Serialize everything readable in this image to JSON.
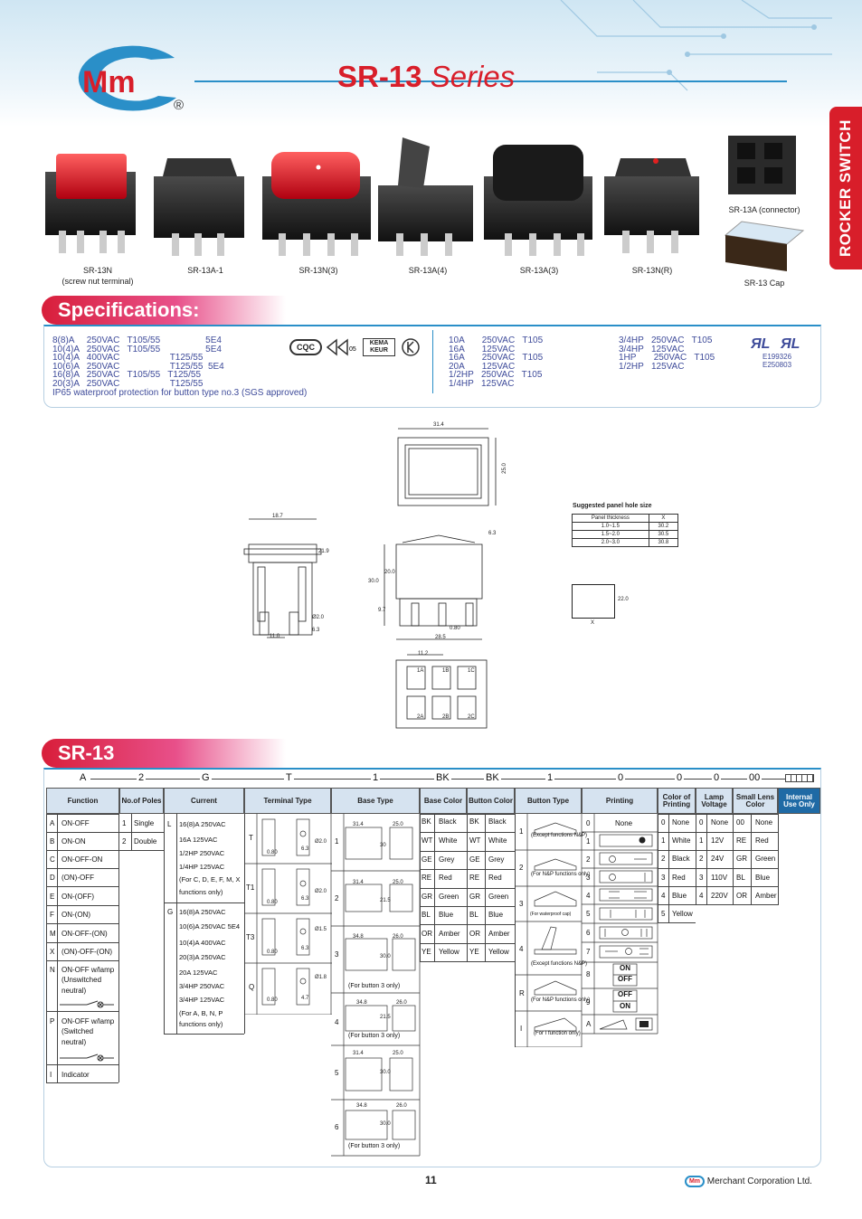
{
  "header": {
    "logo_text": "Mm",
    "registered": "®",
    "series": "SR-13",
    "series_word": "Series",
    "side_tab": "ROCKER SWITCH"
  },
  "colors": {
    "accent_red": "#d81e2a",
    "accent_blue": "#2a8fc8",
    "header_fill": "#d6e3f0"
  },
  "products": [
    {
      "label": "SR-13N",
      "sub": "(screw nut terminal)"
    },
    {
      "label": "SR-13A-1",
      "sub": ""
    },
    {
      "label": "SR-13N(3)",
      "sub": ""
    },
    {
      "label": "SR-13A(4)",
      "sub": ""
    },
    {
      "label": "SR-13A(3)",
      "sub": ""
    },
    {
      "label": "SR-13N(R)",
      "sub": ""
    },
    {
      "label": "SR-13A (connector)",
      "sub": ""
    },
    {
      "label": "SR-13 Cap",
      "sub": ""
    }
  ],
  "specs": {
    "heading": "Specifications:",
    "col1": "8(8)A     250VAC   T105/55                  5E4\n10(4)A   250VAC   T105/55                  5E4\n10(4)A   400VAC                    T125/55\n10(6)A   250VAC                    T125/55  5E4\n16(8)A   250VAC   T105/55   T125/55\n20(3)A   250VAC                    T125/55",
    "ip65": "IP65 waterproof protection for button type no.3 (SGS approved)",
    "col2": "10A       250VAC   T105\n16A       125VAC\n16A       250VAC   T105\n20A       125VAC\n1/2HP   250VAC   T105\n1/4HP   125VAC",
    "col3": "3/4HP   250VAC   T105\n3/4HP   125VAC\n1HP       250VAC   T105\n1/2HP   125VAC",
    "cert_nums": "E199326\nE250803",
    "cert_marks": [
      "CQC",
      "KEMA KEUR"
    ]
  },
  "drawing": {
    "dims": [
      "31.4",
      "25.0",
      "18.7",
      "21.9",
      "Ø2.0",
      "6.3",
      "11.0",
      "6.3",
      "20.0",
      "30.0",
      "9.7",
      "0.80",
      "28.5",
      "11.2",
      "1A",
      "1B",
      "1C",
      "2A",
      "2B",
      "2C",
      "22.0",
      "X"
    ],
    "panel_title": "Suggested panel hole size",
    "panel_headers": [
      "Panel thickness",
      "X"
    ],
    "panel_rows": [
      [
        "1.0~1.5",
        "30.2"
      ],
      [
        "1.5~2.0",
        "30.5"
      ],
      [
        "2.0~3.0",
        "30.8"
      ]
    ]
  },
  "order": {
    "heading": "SR-13",
    "codes": [
      "A",
      "2",
      "G",
      "T",
      "1",
      "BK",
      "BK",
      "1",
      "0",
      "0",
      "0",
      "00"
    ],
    "headers": [
      "Function",
      "No.of Poles",
      "Current",
      "Terminal Type",
      "Base Type",
      "Base Color",
      "Button Color",
      "Button Type",
      "Printing",
      "Color of Printing",
      "Lamp Voltage",
      "Small Lens Color",
      "Internal Use Only"
    ],
    "function": [
      [
        "A",
        "ON-OFF"
      ],
      [
        "B",
        "ON-ON"
      ],
      [
        "C",
        "ON-OFF-ON"
      ],
      [
        "D",
        "(ON)-OFF"
      ],
      [
        "E",
        "ON-(OFF)"
      ],
      [
        "F",
        "ON-(ON)"
      ],
      [
        "M",
        "ON-OFF-(ON)"
      ],
      [
        "X",
        "(ON)-OFF-(ON)"
      ],
      [
        "N",
        "ON-OFF w/lamp"
      ],
      [
        "",
        "(Unswitched"
      ],
      [
        "",
        "neutral)"
      ],
      [
        "P",
        "ON-OFF w/lamp"
      ],
      [
        "",
        "(Switched"
      ],
      [
        "",
        "neutral)"
      ],
      [
        "I",
        "Indicator"
      ]
    ],
    "poles": [
      [
        "1",
        "Single"
      ],
      [
        "2",
        "Double"
      ]
    ],
    "current": [
      [
        "L",
        "16(8)A  250VAC"
      ],
      [
        "",
        "16A     125VAC"
      ],
      [
        "",
        "1/2HP  250VAC"
      ],
      [
        "",
        "1/4HP  125VAC"
      ],
      [
        "",
        "(For C, D, E, F, M, X"
      ],
      [
        "",
        "functions only)"
      ],
      [
        "G",
        "16(8)A  250VAC"
      ],
      [
        "",
        "10(6)A  250VAC  5E4"
      ],
      [
        "",
        "10(4)A  400VAC"
      ],
      [
        "",
        "20(3)A  250VAC"
      ],
      [
        "",
        "20A     125VAC"
      ],
      [
        "",
        "3/4HP  250VAC"
      ],
      [
        "",
        "3/4HP  125VAC"
      ],
      [
        "",
        "(For A, B, N, P"
      ],
      [
        "",
        "functions only)"
      ]
    ],
    "terminal": [
      "T",
      "T1",
      "T3",
      "Q"
    ],
    "terminal_dims": [
      "0.80",
      "6.3",
      "Ø2.0",
      "Ø1.5",
      "Ø1.8",
      "4.7"
    ],
    "base_type": [
      {
        "n": "1",
        "w": "31.4",
        "h": "25.0",
        "note": ""
      },
      {
        "n": "2",
        "w": "31.4",
        "h": "25.0",
        "note": ""
      },
      {
        "n": "3",
        "w": "34.8",
        "h": "26.0",
        "note": "(For button 3 only)"
      },
      {
        "n": "4",
        "w": "34.8",
        "h": "26.0",
        "note": "(For button 3 only)"
      },
      {
        "n": "5",
        "w": "31.4",
        "h": "25.0",
        "note": ""
      },
      {
        "n": "6",
        "w": "34.8",
        "h": "26.0",
        "note": "(For button 3 only)"
      }
    ],
    "base_type_dims": [
      "30",
      "21.5",
      "30.0",
      "21.5",
      "30.0"
    ],
    "colors": [
      [
        "BK",
        "Black"
      ],
      [
        "WT",
        "White"
      ],
      [
        "GE",
        "Grey"
      ],
      [
        "RE",
        "Red"
      ],
      [
        "GR",
        "Green"
      ],
      [
        "BL",
        "Blue"
      ],
      [
        "OR",
        "Amber"
      ],
      [
        "YE",
        "Yellow"
      ]
    ],
    "button_colors": [
      [
        "BK",
        "Black"
      ],
      [
        "WT",
        "White"
      ],
      [
        "GE",
        "Grey"
      ],
      [
        "RE",
        "Red"
      ],
      [
        "GR",
        "Green"
      ],
      [
        "BL",
        "Blue"
      ],
      [
        "OR",
        "Amber"
      ],
      [
        "YE",
        "Yellow"
      ]
    ],
    "button_type": [
      [
        "1",
        "(Except functions N&P)"
      ],
      [
        "2",
        "(For N&P functions only)"
      ],
      [
        "3",
        "(For waterproof cap)"
      ],
      [
        "4",
        "(Except functions N&P)"
      ],
      [
        "R",
        "(For N&P functions only)"
      ],
      [
        "I",
        "(For I function only)"
      ]
    ],
    "printing": [
      "None",
      "",
      "",
      "",
      "",
      "",
      "",
      "",
      "ON OFF",
      "OFF ON",
      ""
    ],
    "printing_codes": [
      "0",
      "1",
      "2",
      "3",
      "4",
      "5",
      "6",
      "7",
      "8",
      "9",
      "A"
    ],
    "print_color": [
      [
        "0",
        "None"
      ],
      [
        "1",
        "White"
      ],
      [
        "2",
        "Black"
      ],
      [
        "3",
        "Red"
      ],
      [
        "4",
        "Blue"
      ],
      [
        "5",
        "Yellow"
      ]
    ],
    "lamp": [
      [
        "0",
        "None"
      ],
      [
        "1",
        "12V"
      ],
      [
        "2",
        "24V"
      ],
      [
        "3",
        "110V"
      ],
      [
        "4",
        "220V"
      ]
    ],
    "lens": [
      [
        "00",
        "None"
      ],
      [
        "RE",
        "Red"
      ],
      [
        "GR",
        "Green"
      ],
      [
        "BL",
        "Blue"
      ],
      [
        "OR",
        "Amber"
      ]
    ]
  },
  "footer": {
    "page": "11",
    "company": "Merchant Corporation Ltd.",
    "company_logo": "Mm"
  }
}
